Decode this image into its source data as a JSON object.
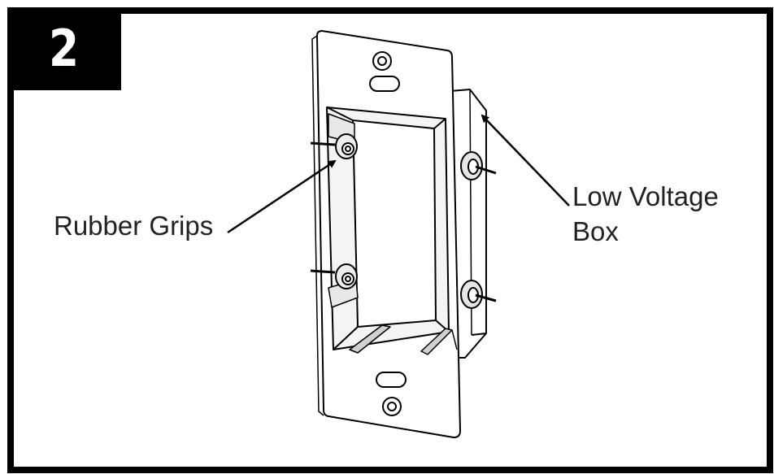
{
  "step": {
    "number": "2"
  },
  "callouts": {
    "rubber_grips": "Rubber Grips",
    "low_voltage_box_line1": "Low Voltage",
    "low_voltage_box_line2": "Box"
  },
  "colors": {
    "ink": "#000000",
    "paper": "#ffffff",
    "shading": "#bdbdbd"
  }
}
